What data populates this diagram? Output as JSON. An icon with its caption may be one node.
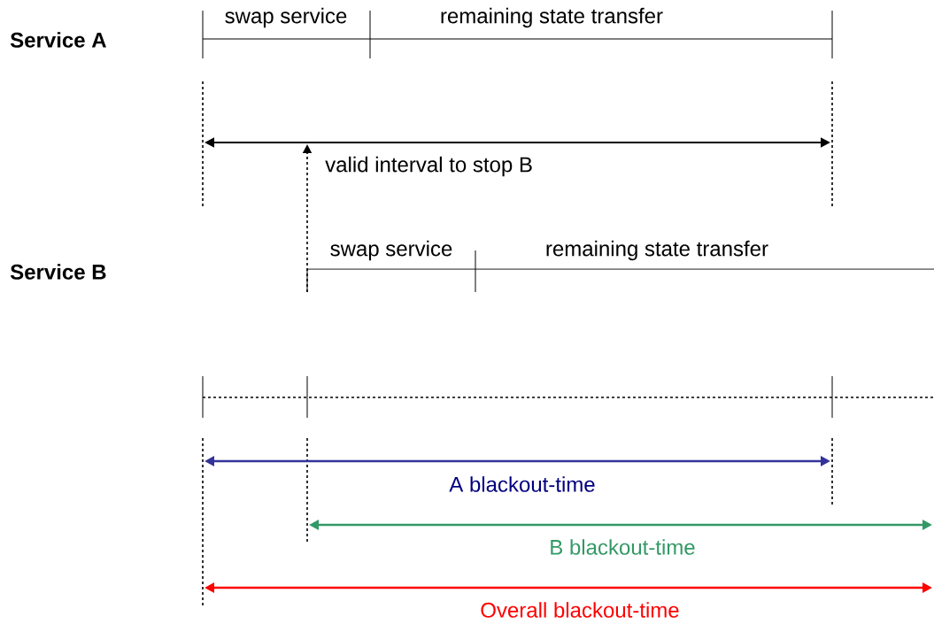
{
  "diagram": {
    "labels": [
      "Service A",
      "swap service",
      "remaining state transfer",
      "valid interval to stop B",
      "Service B",
      "swap service",
      "remaining state transfer",
      "A blackout-time",
      "B blackout-time",
      "Overall blackout-time"
    ]
  }
}
